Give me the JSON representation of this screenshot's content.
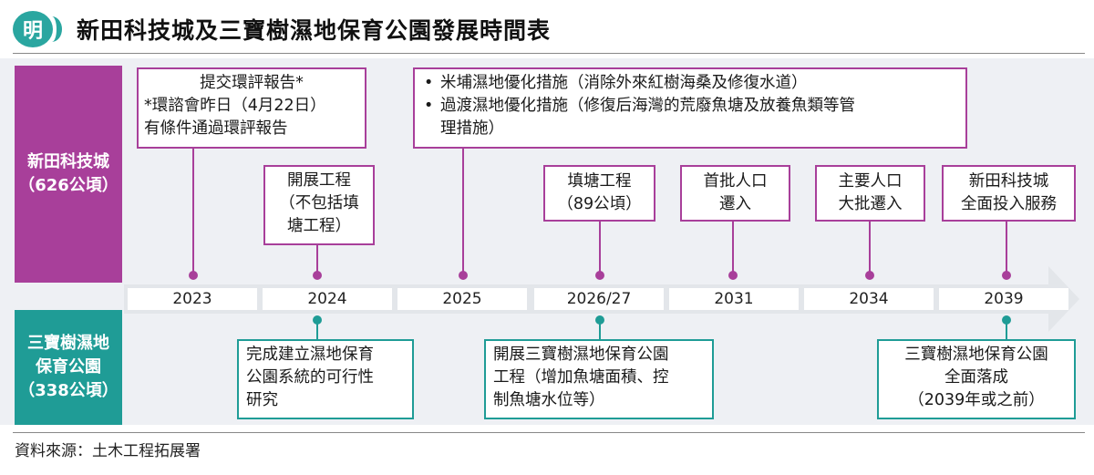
{
  "header": {
    "logo_char": "明",
    "title": "新田科技城及三寶樹濕地保育公園發展時間表"
  },
  "bands": {
    "top": {
      "name": "新田科技城",
      "area": "（626公頃）"
    },
    "bottom": {
      "name1": "三寶樹濕地",
      "name2": "保育公園",
      "area": "（338公頃）"
    }
  },
  "timeline": [
    "2023",
    "2024",
    "2025",
    "2026/27",
    "2031",
    "2034",
    "2039"
  ],
  "top_events": [
    {
      "lines": [
        "提交環評報告*",
        "*環諮會昨日（4月22日）",
        "有條件通過環評報告"
      ]
    },
    {
      "lines": [
        "開展工程",
        "（不包括填",
        "塘工程）"
      ]
    },
    {
      "bullets": [
        "米埔濕地優化措施（消除外來紅樹海桑及修復水道）",
        "過渡濕地優化措施（修復后海灣的荒廢魚塘及放養魚類等管",
        "理措施）"
      ]
    },
    {
      "lines": [
        "填塘工程",
        "（89公頃）"
      ]
    },
    {
      "lines": [
        "首批人口",
        "遷入"
      ]
    },
    {
      "lines": [
        "主要人口",
        "大批遷入"
      ]
    },
    {
      "lines": [
        "新田科技城",
        "全面投入服務"
      ]
    }
  ],
  "bottom_events": [
    {
      "lines": [
        "完成建立濕地保育",
        "公園系統的可行性",
        "研究"
      ]
    },
    {
      "lines": [
        "開展三寶樹濕地保育公園",
        "工程（增加魚塘面積、控",
        "制魚塘水位等）"
      ]
    },
    {
      "lines": [
        "三寶樹濕地保育公園",
        "全面落成",
        "（2039年或之前）"
      ]
    }
  ],
  "colors": {
    "purple": "#a83f9a",
    "teal": "#1f9c96"
  },
  "source": "資料來源：土木工程拓展署"
}
